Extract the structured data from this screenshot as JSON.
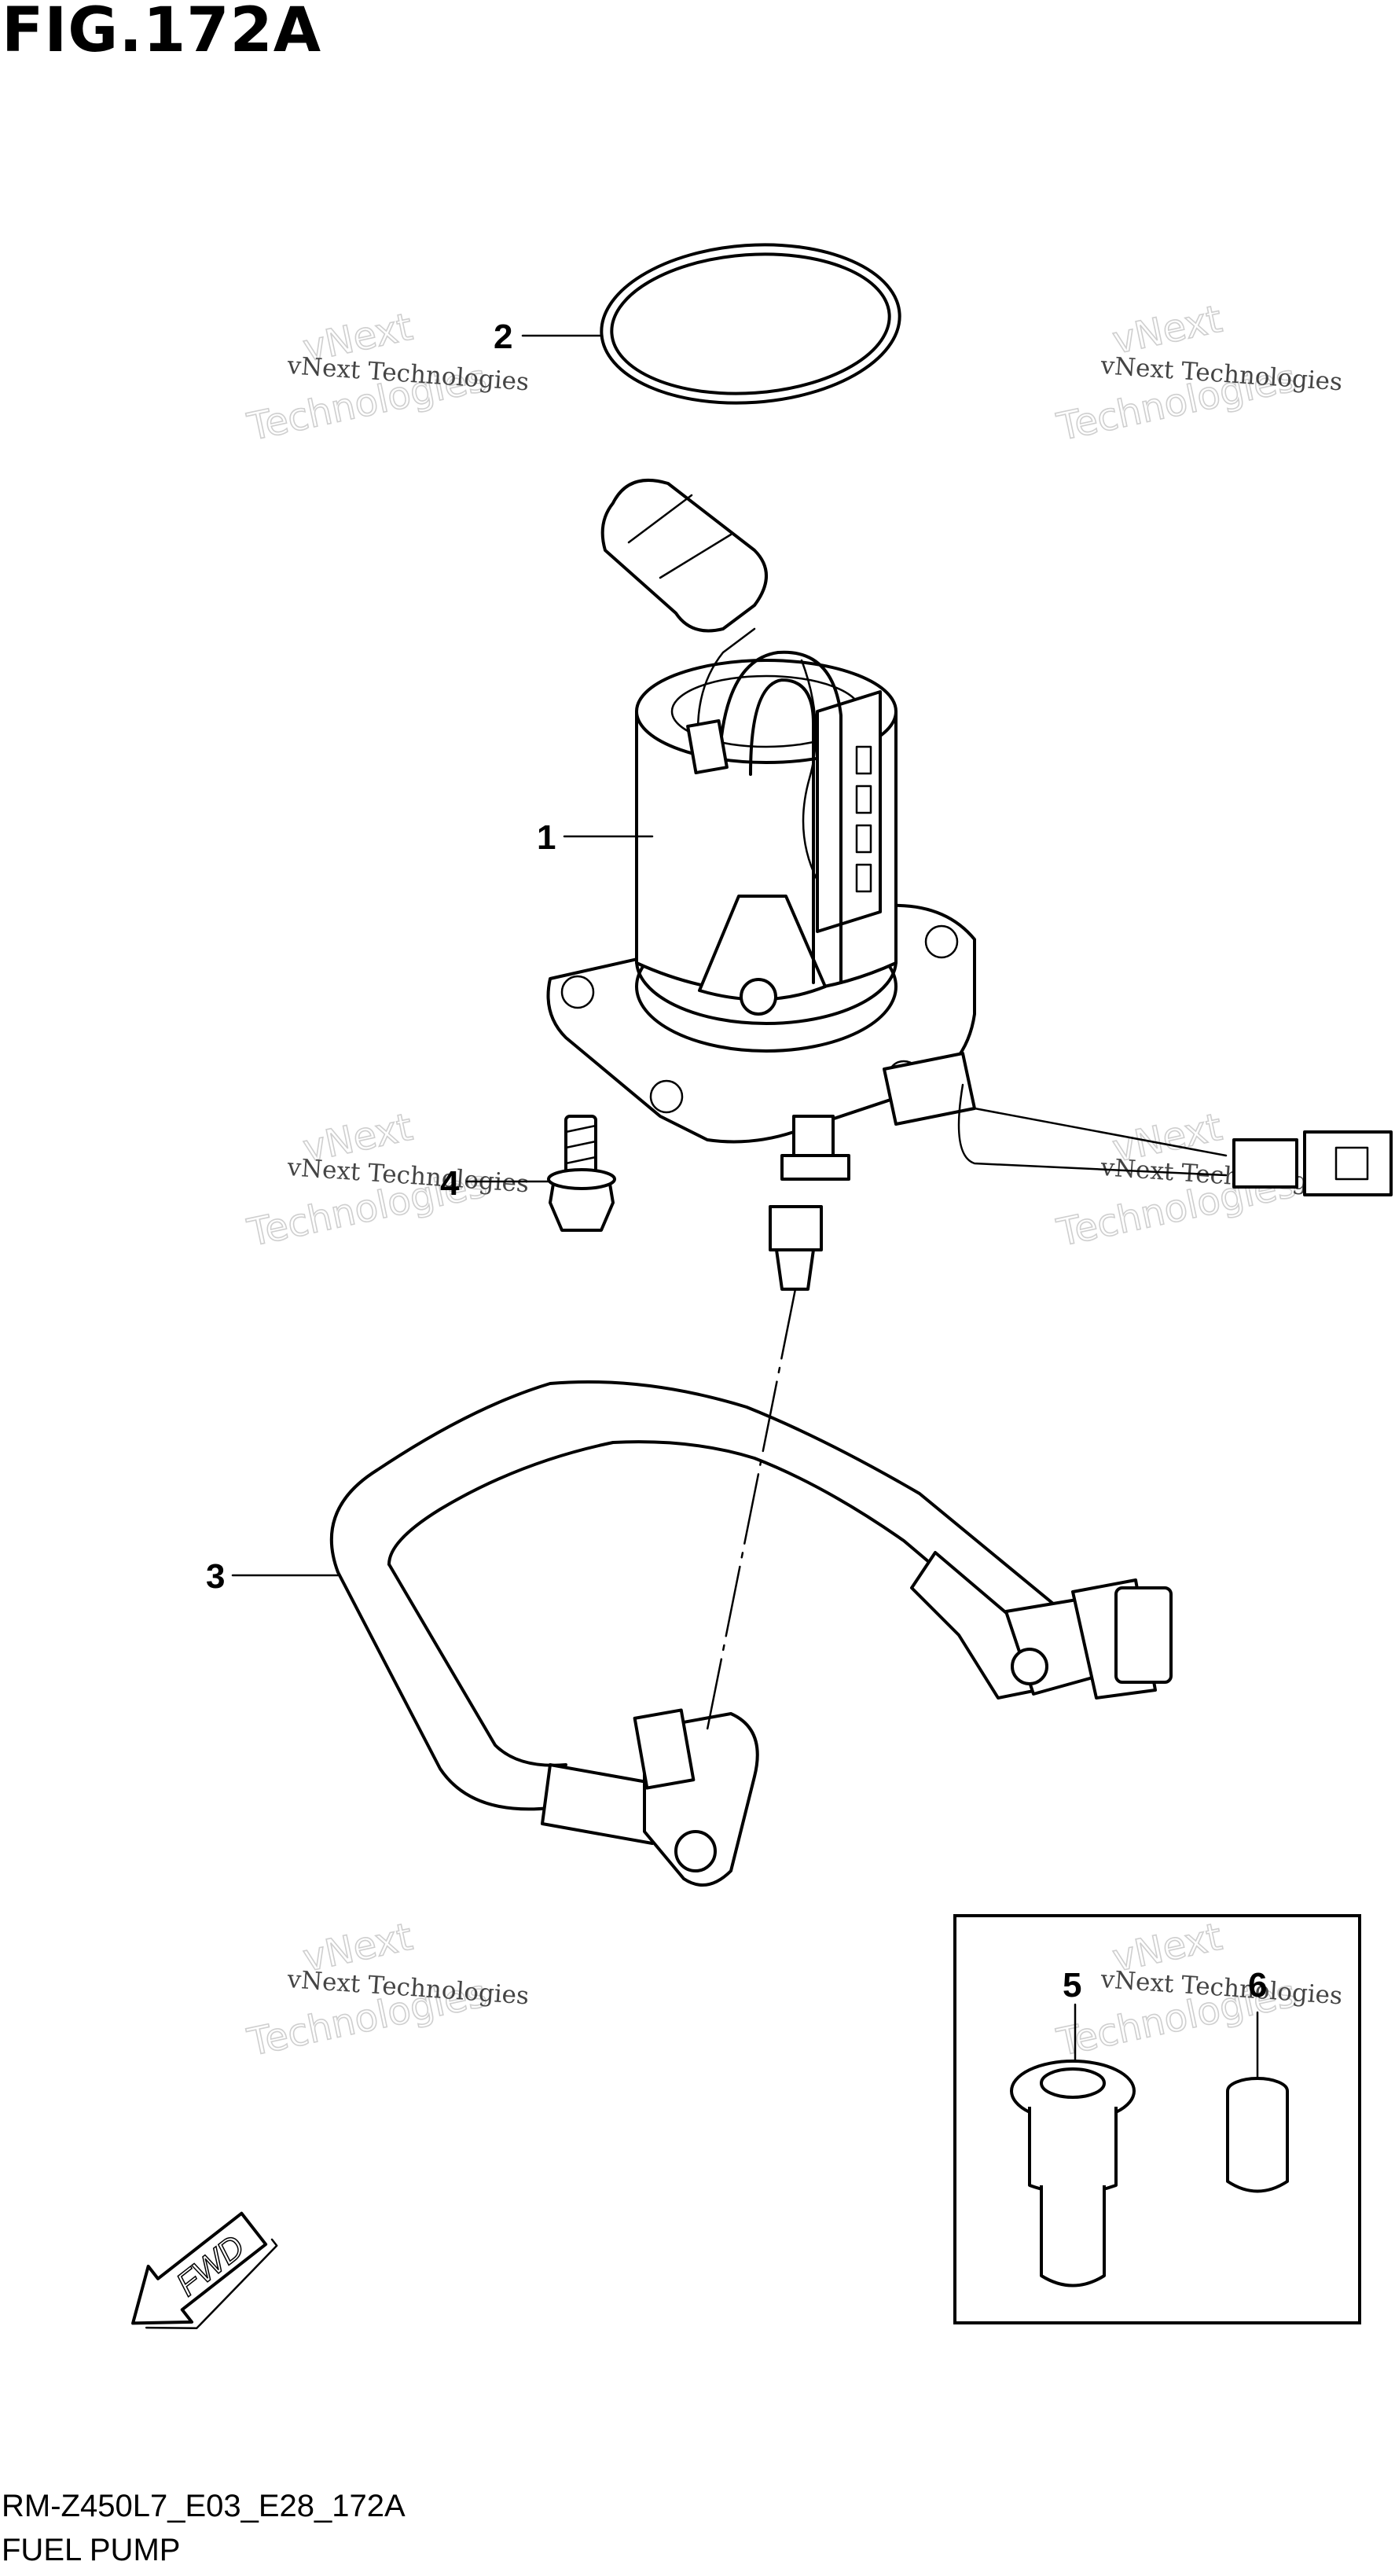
{
  "figure": {
    "title": "FIG.172A",
    "code": "RM-Z450L7_E03_E28_172A",
    "name": "FUEL PUMP"
  },
  "callouts": [
    {
      "id": "1",
      "label": "1"
    },
    {
      "id": "2",
      "label": "2"
    },
    {
      "id": "3",
      "label": "3"
    },
    {
      "id": "4",
      "label": "4"
    },
    {
      "id": "5",
      "label": "5"
    },
    {
      "id": "6",
      "label": "6"
    }
  ],
  "watermark": {
    "line1": "vNext Technologies",
    "big1": "vNext",
    "big2": "Technologies"
  },
  "fwd_label": "FWD"
}
